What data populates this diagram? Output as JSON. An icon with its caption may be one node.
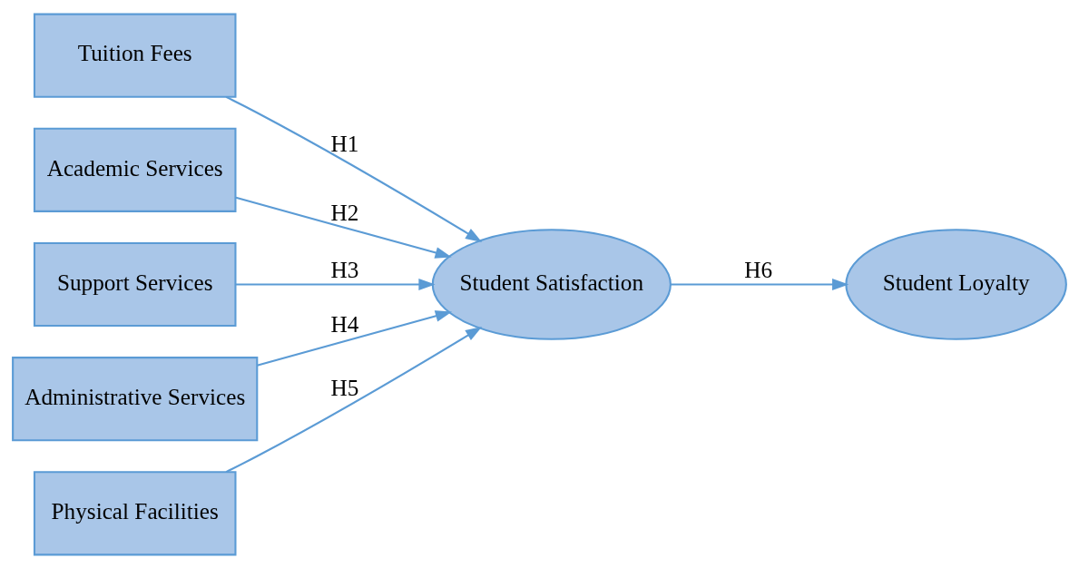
{
  "diagram": {
    "nodes": [
      {
        "text": [
          "Tuition Fees"
        ]
      },
      {
        "text": [
          "Academic Services"
        ]
      },
      {
        "text": [
          "Support Services"
        ]
      },
      {
        "text": [
          "Administrative Services"
        ]
      },
      {
        "text": [
          "Physical Facilities"
        ]
      },
      {
        "text": [
          "Student Satisfaction"
        ]
      },
      {
        "text": [
          "Student Loyalty"
        ]
      }
    ],
    "edges": [
      {
        "from": 0,
        "to": 5,
        "arrow": "to",
        "label": "H1"
      },
      {
        "from": 1,
        "to": 5,
        "arrow": "to",
        "label": "H2"
      },
      {
        "from": 2,
        "to": 5,
        "arrow": "to",
        "label": "H3"
      },
      {
        "from": 3,
        "to": 5,
        "arrow": "to",
        "label": "H4"
      },
      {
        "from": 4,
        "to": 5,
        "arrow": "to",
        "label": "H5"
      },
      {
        "from": 5,
        "to": 6,
        "arrow": "to",
        "label": "H6"
      }
    ]
  }
}
